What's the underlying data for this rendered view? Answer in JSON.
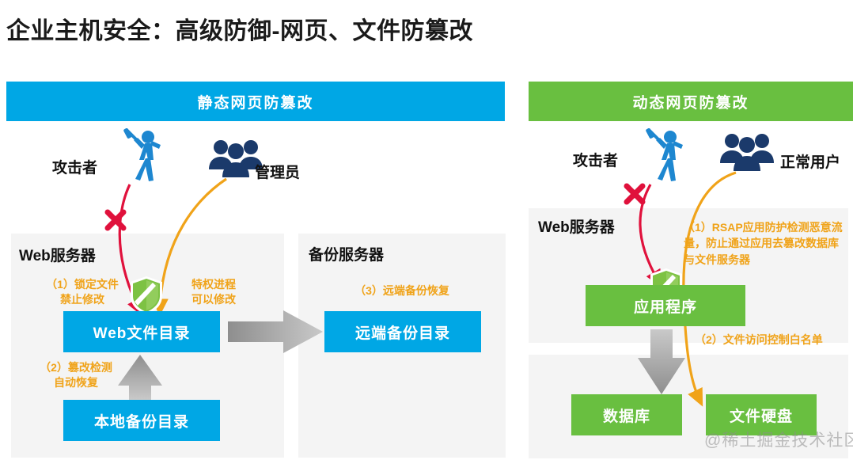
{
  "page": {
    "title": "企业主机安全：高级防御-网页、文件防篡改",
    "watermark": "@稀土掘金技术社区"
  },
  "colors": {
    "blue": "#00a7e5",
    "green": "#69bf40",
    "orange": "#f0a319",
    "red": "#e0113c",
    "grey_panel": "#f4f4f4",
    "grey_arrow": "#a6a6a6",
    "actor_blue": "#1e87d0",
    "actor_navy": "#1b3a6b"
  },
  "left_section": {
    "header": "静态网页防篡改",
    "actors": [
      {
        "name": "attacker",
        "label": "攻击者",
        "icon": "attacker-figure-icon"
      },
      {
        "name": "admin",
        "label": "管理员",
        "icon": "users-group-icon"
      }
    ],
    "panels": [
      {
        "name": "web-server",
        "title": "Web服务器",
        "boxes": [
          {
            "name": "web-file-directory",
            "label": "Web文件目录",
            "color": "blue"
          },
          {
            "name": "local-backup-directory",
            "label": "本地备份目录",
            "color": "blue"
          }
        ],
        "annotations": [
          {
            "name": "lock-file",
            "line1": "（1）锁定文件",
            "line2": "禁止修改"
          },
          {
            "name": "privileged-process",
            "line1": "特权进程",
            "line2": "可以修改"
          },
          {
            "name": "tamper-detect",
            "line1": "（2）篡改检测",
            "line2": "自动恢复"
          }
        ]
      },
      {
        "name": "backup-server",
        "title": "备份服务器",
        "boxes": [
          {
            "name": "remote-backup-directory",
            "label": "远端备份目录",
            "color": "blue"
          }
        ],
        "annotations": [
          {
            "name": "remote-restore",
            "line1": "（3）远端备份恢复"
          }
        ]
      }
    ]
  },
  "right_section": {
    "header": "动态网页防篡改",
    "actors": [
      {
        "name": "attacker",
        "label": "攻击者",
        "icon": "attacker-figure-icon"
      },
      {
        "name": "normal-user",
        "label": "正常用户",
        "icon": "users-group-icon"
      }
    ],
    "panels": [
      {
        "name": "web-server",
        "title": "Web服务器",
        "boxes": [
          {
            "name": "application",
            "label": "应用程序",
            "color": "green"
          }
        ]
      },
      {
        "name": "storage",
        "title": "",
        "boxes": [
          {
            "name": "database",
            "label": "数据库",
            "color": "green"
          },
          {
            "name": "file-disk",
            "label": "文件硬盘",
            "color": "green"
          }
        ]
      }
    ],
    "annotations": [
      {
        "name": "rsap-protection",
        "text": "（1）RSAP应用防护检测恶意流量，防止通过应用去篡改数据库与文件服务器"
      },
      {
        "name": "file-access-whitelist",
        "text": "（2）文件访问控制白名单"
      }
    ]
  }
}
